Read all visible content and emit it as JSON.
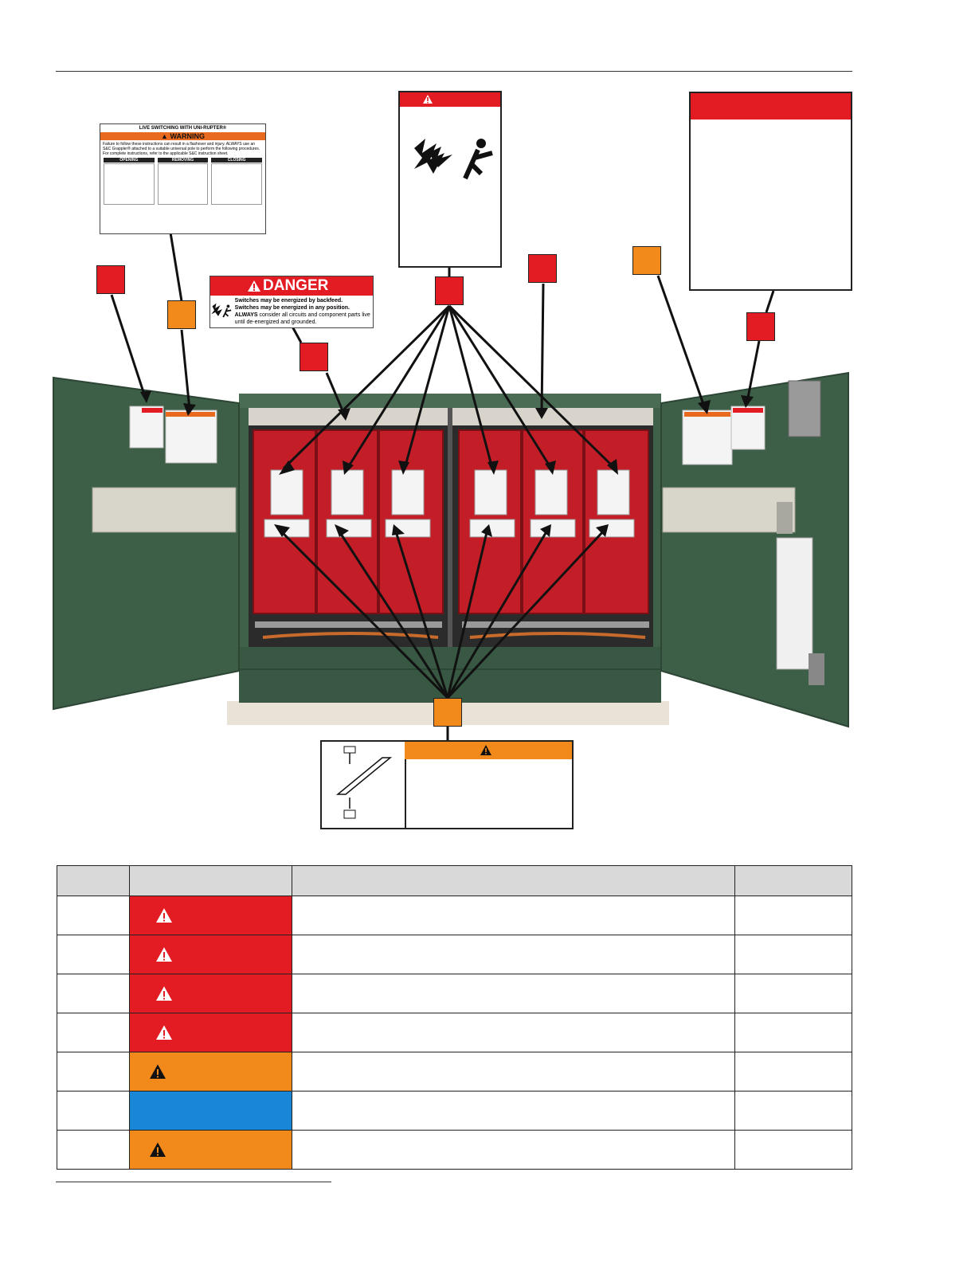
{
  "labels": {
    "live_switching": {
      "title": "LIVE SWITCHING WITH UNI-RUPTER®",
      "signal": "WARNING",
      "text": "Failure to follow these instructions can result in a flashover and injury. ALWAYS use an S&C Grappler® attached to a suitable universal pole to perform the following procedures. For complete instructions, refer to the applicable S&C instruction sheet.",
      "col_opening": "OPENING",
      "col_removing": "REMOVING",
      "col_closing": "CLOSING"
    },
    "danger_backfeed": {
      "signal": "DANGER",
      "line1": "Switches may be energized by backfeed.",
      "line2": "Switches may be energized in any position.",
      "line3_bold": "ALWAYS",
      "line3": " consider all circuits and component parts live until de-energized and grounded."
    }
  },
  "colors": {
    "danger_red": "#e31b23",
    "warning_orange": "#f18a1b",
    "notice_blue": "#1a86d6",
    "enclosure_green": "#3d5e47"
  },
  "table": {
    "rows": [
      {
        "signal": "danger"
      },
      {
        "signal": "danger"
      },
      {
        "signal": "danger"
      },
      {
        "signal": "danger"
      },
      {
        "signal": "warning"
      },
      {
        "signal": "notice"
      },
      {
        "signal": "warning"
      }
    ]
  }
}
